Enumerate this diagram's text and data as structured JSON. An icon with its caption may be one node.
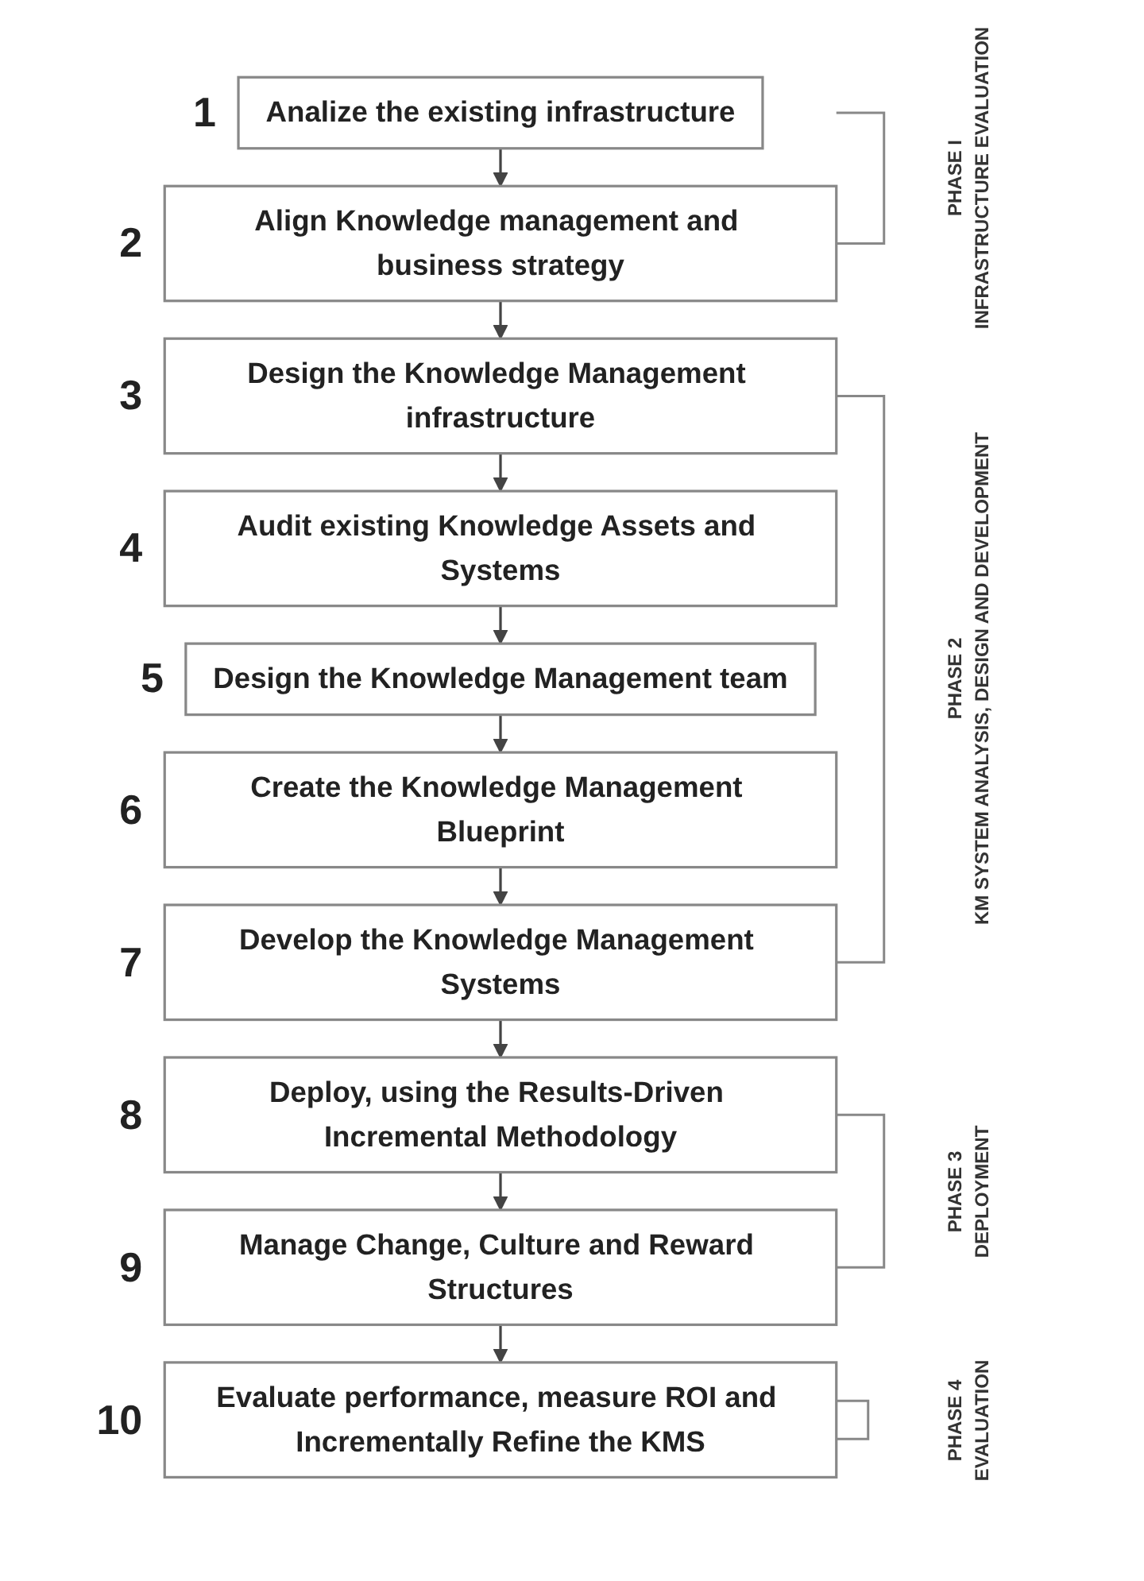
{
  "diagram": {
    "nodes": [
      {
        "text": [
          "Analize the existing infrastructure"
        ],
        "beside": [
          "1"
        ]
      },
      {
        "text": [
          "Align Knowledge management and business strategy"
        ],
        "beside": [
          "2"
        ]
      },
      {
        "text": [
          "Design the Knowledge Management infrastructure"
        ],
        "beside": [
          "3"
        ]
      },
      {
        "text": [
          "Audit existing Knowledge Assets and Systems"
        ],
        "beside": [
          "4"
        ]
      },
      {
        "text": [
          "Design the Knowledge Management team"
        ],
        "beside": [
          "5"
        ]
      },
      {
        "text": [
          "Create the Knowledge Management Blueprint"
        ],
        "beside": [
          "6"
        ]
      },
      {
        "text": [
          "Develop the Knowledge Management Systems"
        ],
        "beside": [
          "7"
        ]
      },
      {
        "text": [
          "Deploy, using the Results-Driven Incremental Methodology"
        ],
        "beside": [
          "8"
        ]
      },
      {
        "text": [
          "Manage Change, Culture and Reward Structures"
        ],
        "beside": [
          "9"
        ]
      },
      {
        "text": [
          "Evaluate performance, measure ROI and Incrementally Refine the KMS"
        ],
        "beside": [
          "10"
        ]
      }
    ],
    "edges": [
      {
        "from": 0,
        "to": 1,
        "arrow": "to"
      },
      {
        "from": 1,
        "to": 2,
        "arrow": "to"
      },
      {
        "from": 2,
        "to": 3,
        "arrow": "to"
      },
      {
        "from": 3,
        "to": 4,
        "arrow": "to"
      },
      {
        "from": 4,
        "to": 5,
        "arrow": "to"
      },
      {
        "from": 5,
        "to": 6,
        "arrow": "to"
      },
      {
        "from": 6,
        "to": 7,
        "arrow": "to"
      },
      {
        "from": 7,
        "to": 8,
        "arrow": "to"
      },
      {
        "from": 8,
        "to": 9,
        "arrow": "to"
      }
    ],
    "labels": [
      "PHASE I",
      "INFRASTRUCTURE EVALUATION",
      "PHASE 2",
      "KM SYSTEM ANALYSIS, DESIGN AND DEVELOPMENT",
      "PHASE 3",
      "DEPLOYMENT",
      "PHASE 4",
      "EVALUATION"
    ]
  }
}
